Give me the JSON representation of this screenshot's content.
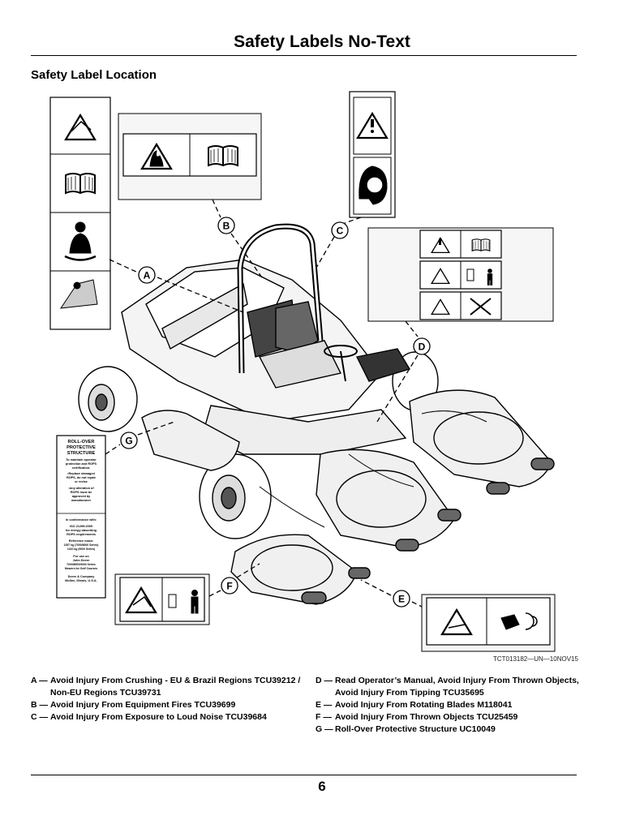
{
  "page": {
    "title": "Safety Labels No-Text",
    "section": "Safety Label Location",
    "figure_ref": "TCT013182—UN—10NOV15",
    "page_number": "6"
  },
  "callouts": [
    "A",
    "B",
    "C",
    "D",
    "E",
    "F",
    "G"
  ],
  "rops_label": {
    "heading": "ROLL-OVER PROTECTIVE STRUCTURE",
    "lines": [
      "To maintain operator",
      "protection and ROPS",
      "certification:",
      "▪Replace damaged",
      "ROPS, do not repair",
      "or revise",
      "▪Any alteration of",
      "ROPS must be",
      "approved by",
      "manufacturer",
      "In conformance with:",
      "ISO 21299:2009",
      "for energy absorbing",
      "ROPS requirements",
      "Reference mass:",
      "1357 kg (7000/8000 Series)",
      "1310 kg (9000 Series)",
      "For use on",
      "John Deere",
      "7000/8000/9000 Series",
      "Mowers for Golf Courses",
      "Deere & Company",
      "Moline, Illinois, U.S.A."
    ]
  },
  "legend": {
    "left": [
      {
        "key": "A —",
        "text": "Avoid Injury From Crushing - EU & Brazil Regions TCU39212 /"
      },
      {
        "key": "",
        "text": "Non-EU Regions TCU39731"
      },
      {
        "key": "B —",
        "text": "Avoid Injury From Equipment Fires TCU39699"
      },
      {
        "key": "C —",
        "text": "Avoid Injury From Exposure to Loud Noise TCU39684"
      }
    ],
    "right": [
      {
        "key": "D —",
        "text": "Read Operator’s Manual, Avoid Injury From Thrown Objects,"
      },
      {
        "key": "",
        "text": "Avoid Injury From Tipping TCU35695"
      },
      {
        "key": "E —",
        "text": "Avoid Injury From Rotating Blades M118041"
      },
      {
        "key": "F —",
        "text": "Avoid Injury From Thrown Objects TCU25459"
      },
      {
        "key": "G —",
        "text": "Roll-Over Protective Structure UC10049"
      }
    ]
  }
}
